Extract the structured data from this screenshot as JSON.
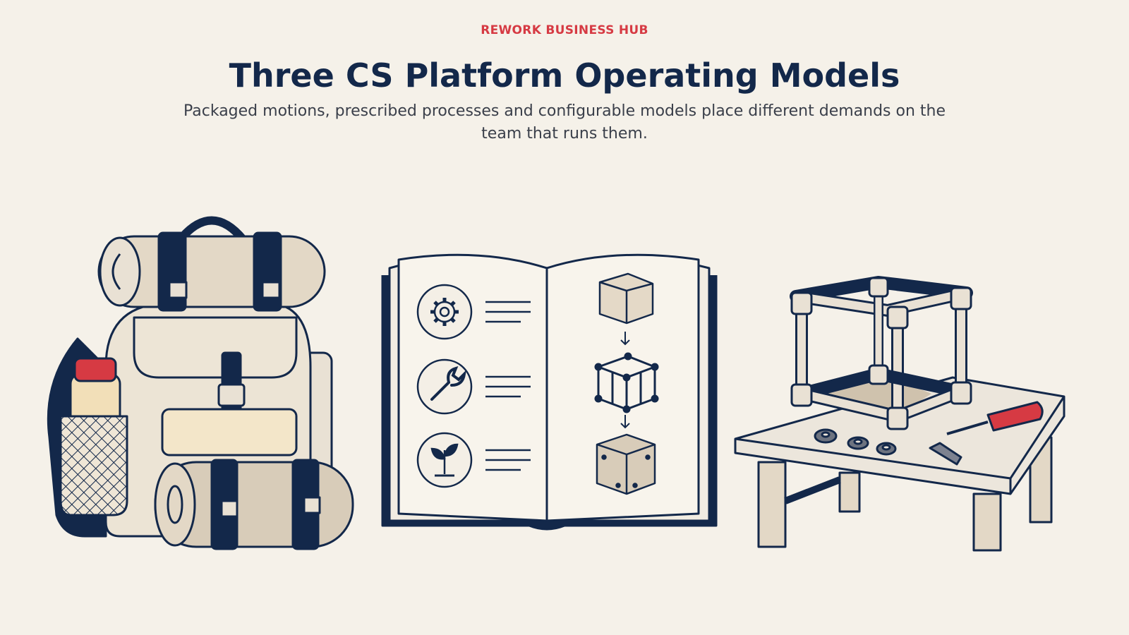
{
  "header": {
    "brand": "REWORK BUSINESS HUB",
    "title": "Three CS Platform Operating Models",
    "subtitle": "Packaged motions, prescribed processes and configurable models place different demands on the team that runs them."
  },
  "illustrations": {
    "packaged": {
      "icon": "backpack-icon"
    },
    "prescribed": {
      "icon": "open-book-icon",
      "steps": [
        "gear-icon",
        "wrench-icon",
        "sprout-icon"
      ]
    },
    "configurable": {
      "icon": "workbench-frame-icon"
    }
  },
  "colors": {
    "background": "#f5f1e9",
    "navy": "#13284a",
    "accent_red": "#d63a43",
    "canvas": "#e9e1d4",
    "wood": "#d8ccb9"
  }
}
